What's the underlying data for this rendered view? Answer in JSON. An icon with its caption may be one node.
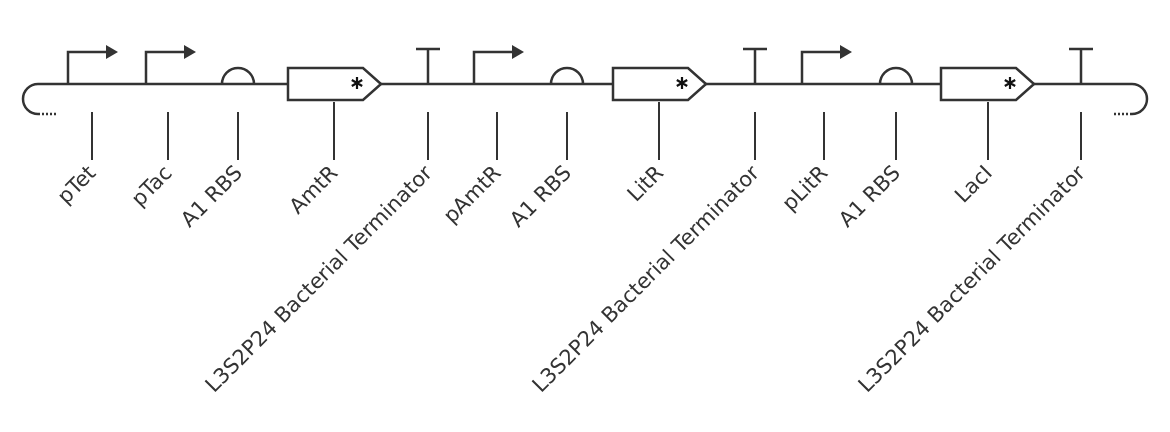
{
  "diagram": {
    "nodes": [
      {
        "text": [],
        "shape": "arrow"
      },
      {
        "text": [],
        "shape": "arrow"
      },
      {
        "text": [],
        "shape": "semicircle"
      },
      {
        "text": [],
        "shape": "pentagon"
      },
      {
        "text": [],
        "shape": "tee"
      },
      {
        "text": [],
        "shape": "arrow"
      },
      {
        "text": [],
        "shape": "semicircle"
      },
      {
        "text": [],
        "shape": "pentagon"
      },
      {
        "text": [],
        "shape": "tee"
      },
      {
        "text": [],
        "shape": "arrow"
      },
      {
        "text": [],
        "shape": "semicircle"
      },
      {
        "text": [],
        "shape": "pentagon"
      },
      {
        "text": [],
        "shape": "tee"
      },
      {
        "text": [
          "pTet"
        ]
      },
      {
        "text": [
          "pTac"
        ]
      },
      {
        "text": [
          "A1 RBS"
        ]
      },
      {
        "text": [
          "AmtR"
        ]
      },
      {
        "text": [
          "L3S2P24 Bacterial Terminator"
        ]
      },
      {
        "text": [
          "pAmtR"
        ]
      },
      {
        "text": [
          "A1 RBS"
        ]
      },
      {
        "text": [
          "LitR"
        ]
      },
      {
        "text": [
          "L3S2P24 Bacterial Terminator"
        ]
      },
      {
        "text": [
          "pLitR"
        ]
      },
      {
        "text": [
          "A1 RBS"
        ]
      },
      {
        "text": [
          "LacI"
        ]
      },
      {
        "text": [
          "L3S2P24 Bacterial Terminator"
        ]
      }
    ],
    "edges": [
      {
        "from": 13,
        "to": 0,
        "arrow": "none"
      },
      {
        "from": 14,
        "to": 1,
        "arrow": "none"
      },
      {
        "from": 15,
        "to": 2,
        "arrow": "none"
      },
      {
        "from": 16,
        "to": 3,
        "arrow": "none"
      },
      {
        "from": 17,
        "to": 4,
        "arrow": "none"
      },
      {
        "from": 18,
        "to": 5,
        "arrow": "none"
      },
      {
        "from": 19,
        "to": 6,
        "arrow": "none"
      },
      {
        "from": 20,
        "to": 7,
        "arrow": "none"
      },
      {
        "from": 21,
        "to": 8,
        "arrow": "none"
      },
      {
        "from": 22,
        "to": 9,
        "arrow": "none"
      },
      {
        "from": 23,
        "to": 10,
        "arrow": "none"
      },
      {
        "from": 24,
        "to": 11,
        "arrow": "none"
      },
      {
        "from": 25,
        "to": 12,
        "arrow": "none"
      }
    ]
  }
}
